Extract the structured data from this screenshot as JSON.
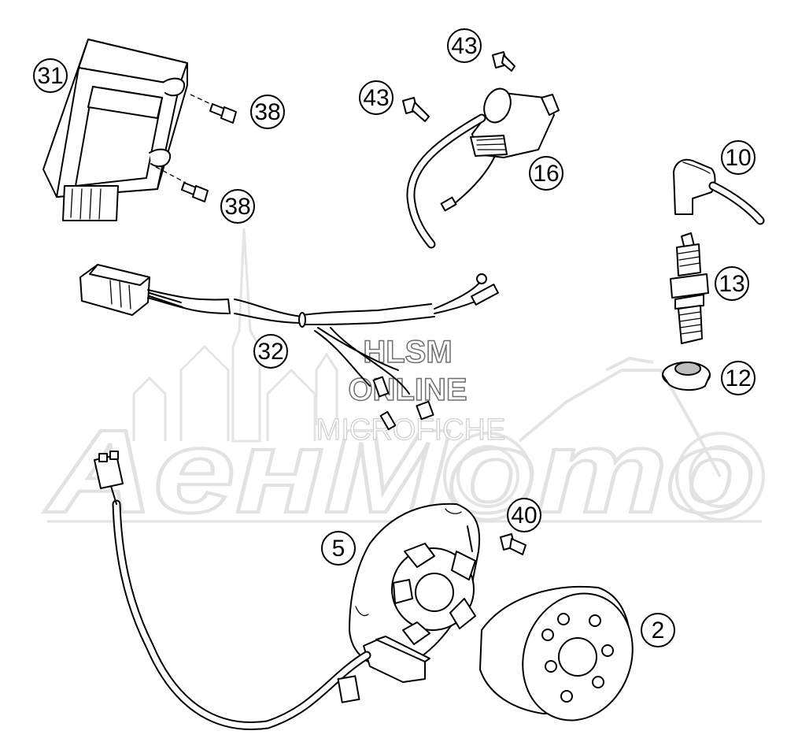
{
  "watermark": {
    "big_text": "AенМото",
    "line1": "HLSM",
    "line2": "ONLINE",
    "line3": "MICROFICHE"
  },
  "callouts": [
    {
      "id": "31",
      "label": "31"
    },
    {
      "id": "38a",
      "label": "38"
    },
    {
      "id": "38b",
      "label": "38"
    },
    {
      "id": "43a",
      "label": "43"
    },
    {
      "id": "43b",
      "label": "43"
    },
    {
      "id": "16",
      "label": "16"
    },
    {
      "id": "10",
      "label": "10"
    },
    {
      "id": "13",
      "label": "13"
    },
    {
      "id": "12",
      "label": "12"
    },
    {
      "id": "32",
      "label": "32"
    },
    {
      "id": "40",
      "label": "40"
    },
    {
      "id": "5",
      "label": "5"
    },
    {
      "id": "2",
      "label": "2"
    }
  ]
}
